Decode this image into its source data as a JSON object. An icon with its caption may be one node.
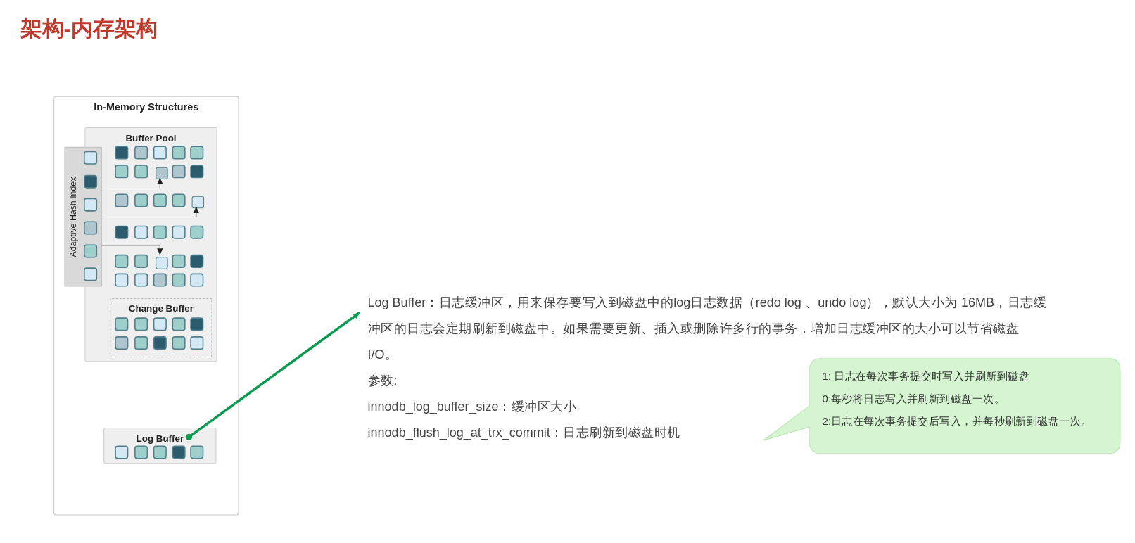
{
  "diagram": {
    "title": "架构-内存架构",
    "nodes": [
      {
        "text": [
          "In-Memory Structures"
        ]
      },
      {
        "text": [
          "Buffer Pool"
        ],
        "in": 0
      },
      {
        "text": [
          "Adaptive Hash Index"
        ],
        "in": 0
      },
      {
        "text": [],
        "shape": "box",
        "in": 1
      },
      {
        "text": [],
        "shape": "box",
        "in": 1
      },
      {
        "text": [],
        "shape": "box",
        "in": 1
      },
      {
        "text": [
          "Change Buffer"
        ],
        "in": 1
      },
      {
        "text": [
          "Log Buffer"
        ],
        "in": 0
      },
      {
        "text": [
          "Log Buffer：日志缓冲区，用来保存要写入到磁盘中的log日志数据（redo log 、undo log），默认大小为 16MB，日志缓冲区的日志会定期刷新到磁盘中。如果需要更新、插入或删除许多行的事务，增加日志缓冲区的大小可以节省磁盘 I/O。",
          "参数:",
          "innodb_log_buffer_size：缓冲区大小",
          "innodb_flush_log_at_trx_commit：日志刷新到磁盘时机"
        ]
      },
      {
        "text": [
          "1: 日志在每次事务提交时写入并刷新到磁盘",
          "0:每秒将日志写入并刷新到磁盘一次。",
          "2:日志在每次事务提交后写入，并每秒刷新到磁盘一次。"
        ]
      }
    ],
    "edges": [
      {
        "from": 2,
        "to": 3,
        "arrow": "to"
      },
      {
        "from": 2,
        "to": 4,
        "arrow": "to"
      },
      {
        "from": 2,
        "to": 5,
        "arrow": "to"
      },
      {
        "from": 7,
        "to": 8,
        "arrow": "to",
        "color": "#0a9a4f",
        "style": "thick"
      }
    ]
  }
}
